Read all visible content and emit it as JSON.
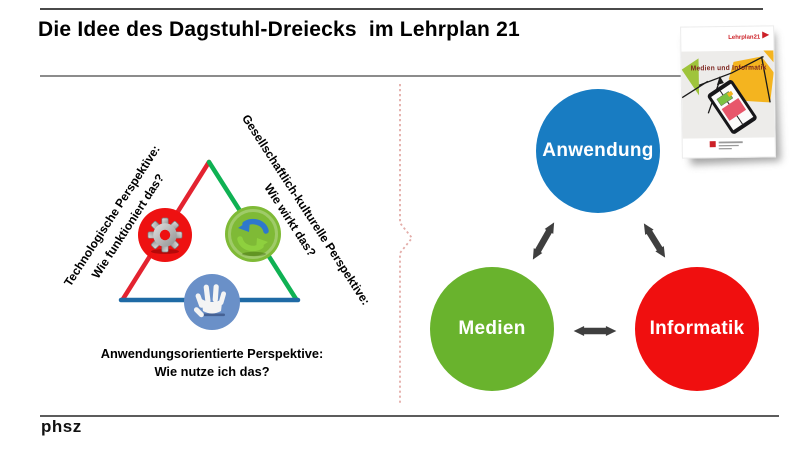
{
  "slide": {
    "title": "Die Idee des Dagstuhl-Dreiecks  im Lehrplan 21",
    "footer_logo": "phsz"
  },
  "triangle": {
    "technological_line1": "Technologische Perspektive:",
    "technological_line2": "Wie funktioniert das?",
    "socio_cultural_line1": "Gesellschaftlich-kulturelle Perspektive:",
    "socio_cultural_line2": "Wie wirkt das?",
    "application_line1": "Anwendungsorientierte Perspektive:",
    "application_line2": "Wie nutze ich das?",
    "edge_colors": {
      "left": "#e32330",
      "right": "#0fb153",
      "bottom": "#1f6aa5"
    },
    "icons": [
      {
        "name": "gear-icon",
        "circle_color": "#ee1111"
      },
      {
        "name": "sync-arrows-icon",
        "circle_color": "#7fba36"
      },
      {
        "name": "hand-icon",
        "circle_color": "#6a90c8"
      }
    ]
  },
  "circles": {
    "anwendung": {
      "label": "Anwendung",
      "color": "#187cc2"
    },
    "medien": {
      "label": "Medien",
      "color": "#69b32d"
    },
    "informatik": {
      "label": "Informatik",
      "color": "#f00f0f"
    }
  },
  "connector_arrow_color": "#3f3f3f",
  "divider_color": "#e3aca8",
  "booklet": {
    "logo_text": "Lehrplan21",
    "cover_title": "Medien und Informatik"
  }
}
